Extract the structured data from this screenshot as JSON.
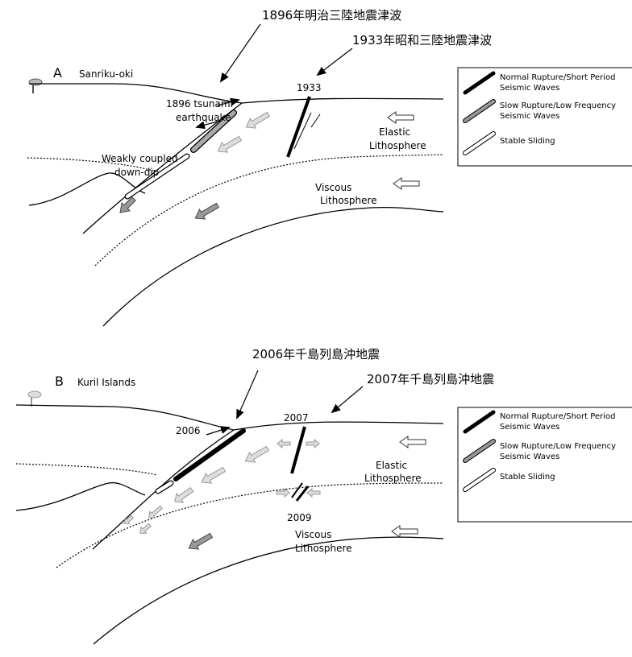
{
  "annotations": {
    "meiji": "1896年明治三陸地震津波",
    "showa": "1933年昭和三陸地震津波",
    "kuril_2006": "2006年千島列島沖地震",
    "kuril_2007": "2007年千島列島沖地震"
  },
  "panel_a": {
    "letter": "A",
    "name": "Sanriku-oki",
    "event_1933": "1933",
    "tsunami_label_1": "1896 tsunami",
    "tsunami_label_2": "earthquake",
    "weak_label_1": "Weakly coupled",
    "weak_label_2": "down-dip",
    "elastic_1": "Elastic",
    "elastic_2": "Lithosphere",
    "viscous_1": "Viscous",
    "viscous_2": "Lithosphere"
  },
  "panel_b": {
    "letter": "B",
    "name": "Kuril Islands",
    "event_2006": "2006",
    "event_2007": "2007",
    "event_2009": "2009",
    "elastic_1": "Elastic",
    "elastic_2": "Lithosphere",
    "viscous_1": "Viscous",
    "viscous_2": "Lithosphere"
  },
  "legend": {
    "normal_1": "Normal Rupture/Short Period",
    "normal_2": "Seismic Waves",
    "slow_1": "Slow Rupture/Low Frequency",
    "slow_2": "Seismic Waves",
    "stable": "Stable Sliding"
  }
}
